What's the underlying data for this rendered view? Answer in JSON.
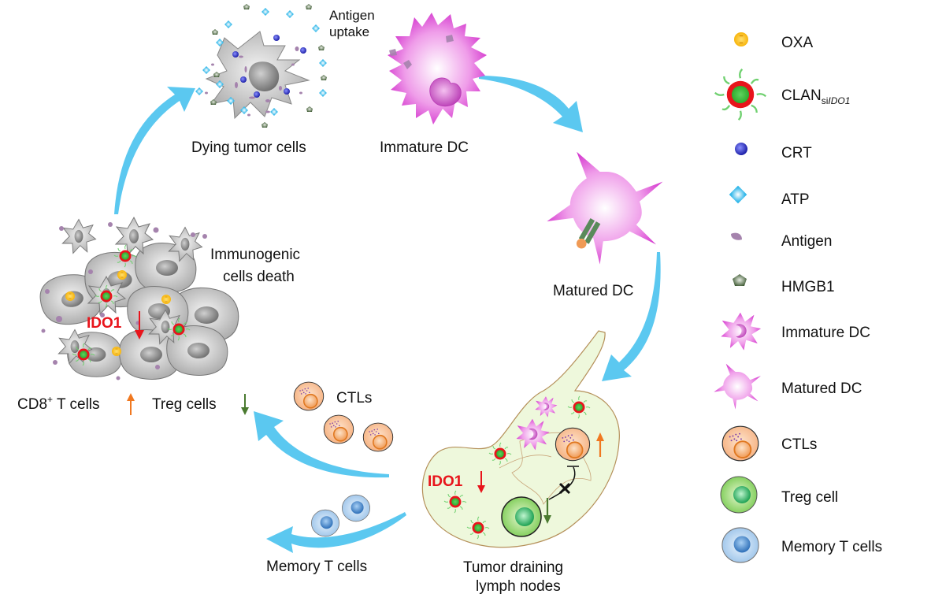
{
  "diagram": {
    "stages": {
      "dying_tumor_cells": "Dying tumor cells",
      "antigen_uptake_line1": "Antigen",
      "antigen_uptake_line2": "uptake",
      "immature_dc": "Immature DC",
      "matured_dc": "Matured DC",
      "lymph_nodes_line1": "Tumor draining",
      "lymph_nodes_line2": "lymph nodes",
      "memory_t_cells": "Memory T cells",
      "ctls": "CTLs",
      "icd_line1": "Immunogenic",
      "icd_line2": "cells death"
    },
    "effects": {
      "cd8_label": "CD8",
      "cd8_sup": "+",
      "cd8_suffix": " T cells",
      "treg_label": "Treg cells",
      "ido1_tumor": "IDO1",
      "ido1_lymph": "IDO1"
    },
    "legend": [
      {
        "icon": "oxa-icon",
        "label": "OXA"
      },
      {
        "icon": "clan-nanoparticle-icon",
        "label": "CLAN",
        "subscript_plain": "si",
        "subscript_italic": "IDO1"
      },
      {
        "icon": "crt-icon",
        "label": "CRT"
      },
      {
        "icon": "atp-icon",
        "label": "ATP"
      },
      {
        "icon": "antigen-icon",
        "label": "Antigen"
      },
      {
        "icon": "hmgb1-icon",
        "label": "HMGB1"
      },
      {
        "icon": "immature-dc-icon",
        "label": "Immature DC"
      },
      {
        "icon": "matured-dc-icon",
        "label": "Matured DC"
      },
      {
        "icon": "ctl-icon",
        "label": "CTLs"
      },
      {
        "icon": "treg-cell-icon",
        "label": "Treg cell"
      },
      {
        "icon": "memory-t-cell-icon",
        "label": "Memory T cells"
      }
    ],
    "colors": {
      "arrow": "#5bc8f0",
      "dc_magenta": "#d63fd0",
      "ido1_red": "#e8141b",
      "up_orange": "#f07820",
      "down_green": "#4a7a30",
      "lymph_fill": "#eef8dc"
    }
  }
}
